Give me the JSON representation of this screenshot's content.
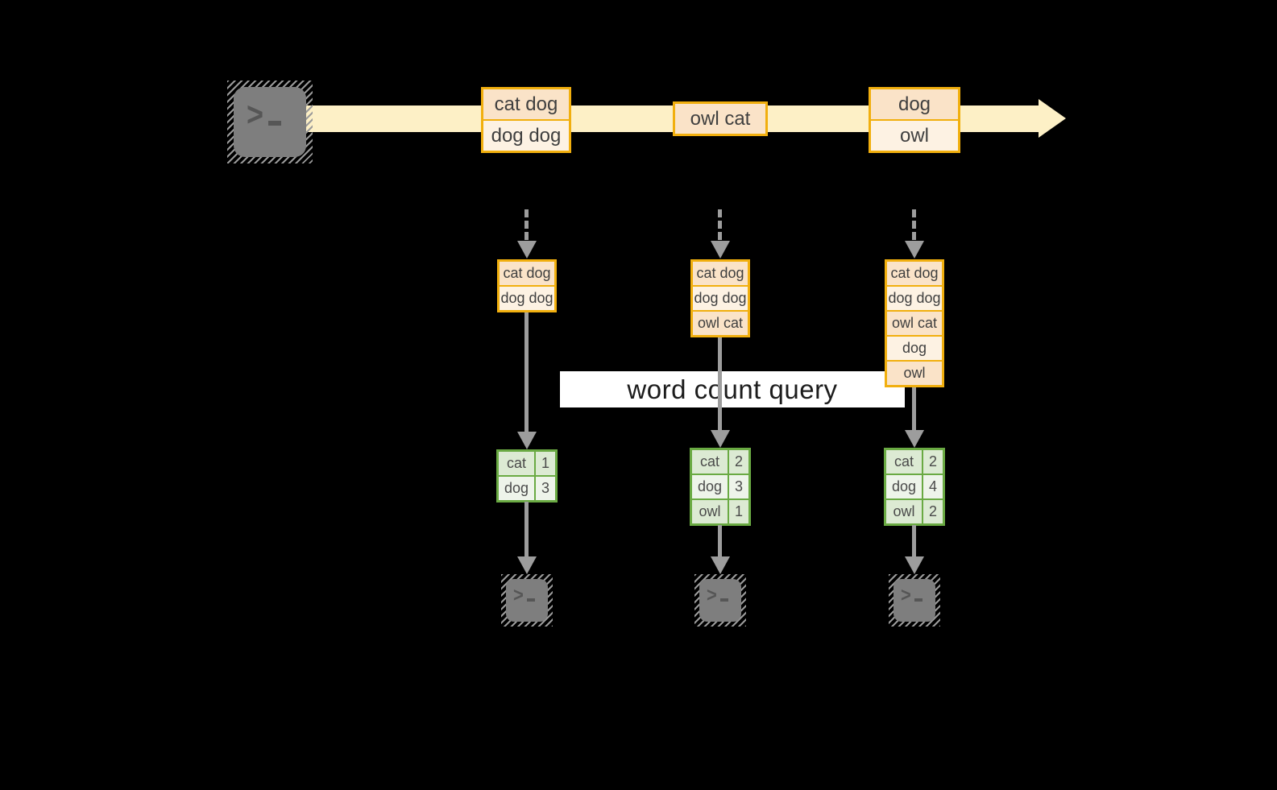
{
  "label": {
    "text": "word count query"
  },
  "glyphs": {
    "terminal_chevron": ">"
  },
  "stream": {
    "events": [
      {
        "rows": [
          "cat dog",
          "dog dog"
        ]
      },
      {
        "rows": [
          "owl cat"
        ]
      },
      {
        "rows": [
          "dog",
          "owl"
        ]
      }
    ]
  },
  "columns": [
    {
      "buffer": [
        "cat dog",
        "dog dog"
      ],
      "counts": [
        {
          "word": "cat",
          "count": "1"
        },
        {
          "word": "dog",
          "count": "3"
        }
      ]
    },
    {
      "buffer": [
        "cat dog",
        "dog dog",
        "owl cat"
      ],
      "counts": [
        {
          "word": "cat",
          "count": "2"
        },
        {
          "word": "dog",
          "count": "3"
        },
        {
          "word": "owl",
          "count": "1"
        }
      ]
    },
    {
      "buffer": [
        "cat dog",
        "dog dog",
        "owl cat",
        "dog",
        "owl"
      ],
      "counts": [
        {
          "word": "cat",
          "count": "2"
        },
        {
          "word": "dog",
          "count": "4"
        },
        {
          "word": "owl",
          "count": "2"
        }
      ]
    }
  ],
  "colors": {
    "stream_band": "#fdf0c6",
    "event_border": "#f1af0e",
    "event_fill_peach": "#fae3c8",
    "event_fill_cream": "#fdf2e3",
    "table_border": "#6aaa43",
    "table_fill_dark": "#dcead3",
    "table_fill_light": "#eef4ea",
    "connector_gray": "#9d9d9d",
    "terminal_gray": "#7e7e7e",
    "label_bg": "#ffffff"
  }
}
